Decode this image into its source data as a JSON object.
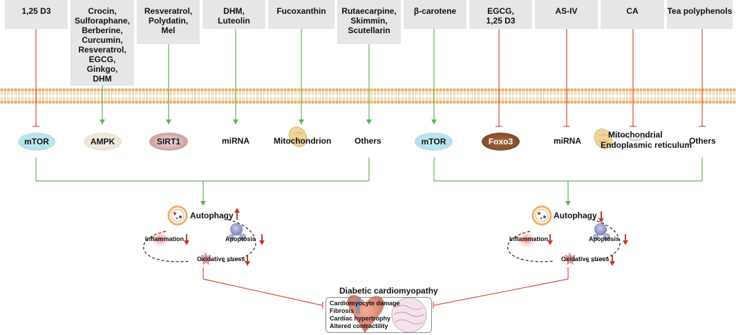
{
  "drugs": [
    {
      "id": "d1",
      "lines": [
        "1,25 D3"
      ]
    },
    {
      "id": "d2",
      "lines": [
        "Crocin,",
        "Sulforaphane,",
        "Berberine,",
        "Curcumin,",
        "Resveratrol,",
        "EGCG,",
        "Ginkgo,",
        "DHM"
      ]
    },
    {
      "id": "d3",
      "lines": [
        "Resveratrol,",
        "Polydatin,",
        "Mel"
      ]
    },
    {
      "id": "d4",
      "lines": [
        "DHM,",
        "Luteolin"
      ]
    },
    {
      "id": "d5",
      "lines": [
        "Fucoxanthin"
      ]
    },
    {
      "id": "d6",
      "lines": [
        "Rutaecarpine,",
        "Skimmin,",
        "Scutellarin"
      ]
    },
    {
      "id": "d7",
      "lines": [
        "β-carotene"
      ]
    },
    {
      "id": "d8",
      "lines": [
        "EGCG,",
        "1,25 D3"
      ]
    },
    {
      "id": "d9",
      "lines": [
        "AS-IV"
      ]
    },
    {
      "id": "d10",
      "lines": [
        "CA"
      ]
    },
    {
      "id": "d11",
      "lines": [
        "Tea polyphenols"
      ]
    }
  ],
  "targets": {
    "t1": "mTOR",
    "t2": "AMPK",
    "t3": "SIRT1",
    "t4": "miRNA",
    "t5": "Mitochondrion",
    "t6": "Others",
    "t7": "mTOR",
    "t8": "Foxo3",
    "t9": "miRNA",
    "t10_line1": "Mitochondrial",
    "t10_line2": "Endoplasmic reticulum",
    "t11": "Others"
  },
  "left_cycle": {
    "autophagy": "Autophagy",
    "inflammation": "Inflammation",
    "apoptosis": "Apoptosis",
    "oxidative_stress": "Oxidative stress",
    "autophagy_trend": "up"
  },
  "right_cycle": {
    "autophagy": "Autophagy",
    "inflammation": "Inflammation",
    "apoptosis": "Apoptosis",
    "oxidative_stress": "Oxidative stress",
    "autophagy_trend": "down"
  },
  "outcome": {
    "title": "Diabetic cardiomyopathy",
    "items": [
      "Cardiomyocyte damage",
      "Fibrosis",
      "Cardiac hypertrophy",
      "Altered contractility"
    ]
  },
  "colors": {
    "activate": "#5ab552",
    "inhibit": "#d94a3f",
    "membrane": "#e9b270",
    "drug_box": "#e6e6e6",
    "arrow_down": "#c0392b"
  }
}
